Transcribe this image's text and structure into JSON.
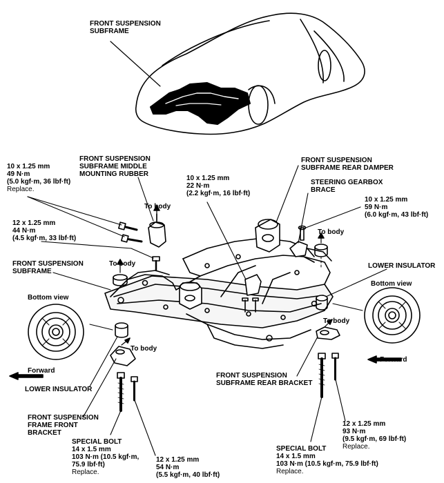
{
  "labels": {
    "subframe_top": [
      "FRONT SUSPENSION",
      "SUBFRAME"
    ],
    "middle_rubber": [
      "FRONT SUSPENSION",
      "SUBFRAME MIDDLE",
      "MOUNTING RUBBER"
    ],
    "rear_damper": [
      "FRONT SUSPENSION",
      "SUBFRAME REAR DAMPER"
    ],
    "gearbox_brace": [
      "STEERING GEARBOX",
      "BRACE"
    ],
    "subframe_left": [
      "FRONT SUSPENSION",
      "SUBFRAME"
    ],
    "lower_insulator_right": "LOWER INSULATOR",
    "lower_insulator_left": "LOWER INSULATOR",
    "rear_bracket": [
      "FRONT SUSPENSION",
      "SUBFRAME REAR BRACKET"
    ],
    "frame_front_bracket": [
      "FRONT SUSPENSION",
      "FRAME FRONT",
      "BRACKET"
    ],
    "bottom_view_left": "Bottom view",
    "bottom_view_right": "Bottom view",
    "forward_left": "Forward",
    "forward_right": "Forward",
    "to_body_1": "To body",
    "to_body_2": "To body",
    "to_body_3": "To body",
    "to_body_4": "To body",
    "to_body_5": "To body"
  },
  "torque_specs": {
    "middle_bolt_top": [
      "10 x 1.25 mm",
      "49 N·m",
      "(5.0 kgf·m, 36 lbf·ft)",
      "Replace."
    ],
    "middle_bolt_low": [
      "12 x 1.25 mm",
      "44 N·m",
      "(4.5 kgf·m, 33 lbf·ft)"
    ],
    "damper_bolt": [
      "10 x 1.25 mm",
      "22 N·m",
      "(2.2 kgf·m, 16 lbf·ft)"
    ],
    "brace_bolt": [
      "10 x 1.25 mm",
      "59 N·m",
      "(6.0 kgf·m, 43 lbf·ft)"
    ],
    "special_bolt_left": [
      "SPECIAL BOLT",
      "14 x 1.5 mm",
      "103 N·m (10.5 kgf·m,",
      "75.9 lbf·ft)",
      "Replace."
    ],
    "front_bracket_bolt": [
      "12 x 1.25 mm",
      "54 N·m",
      "(5.5 kgf·m, 40 lbf·ft)"
    ],
    "rear_bracket_bolt": [
      "12 x 1.25 mm",
      "93 N·m",
      "(9.5 kgf·m, 69 lbf·ft)",
      "Replace."
    ],
    "special_bolt_right": [
      "SPECIAL BOLT",
      "14 x 1.5 mm",
      "103 N·m (10.5 kgf·m, 75.9 lbf·ft)",
      "Replace."
    ]
  }
}
